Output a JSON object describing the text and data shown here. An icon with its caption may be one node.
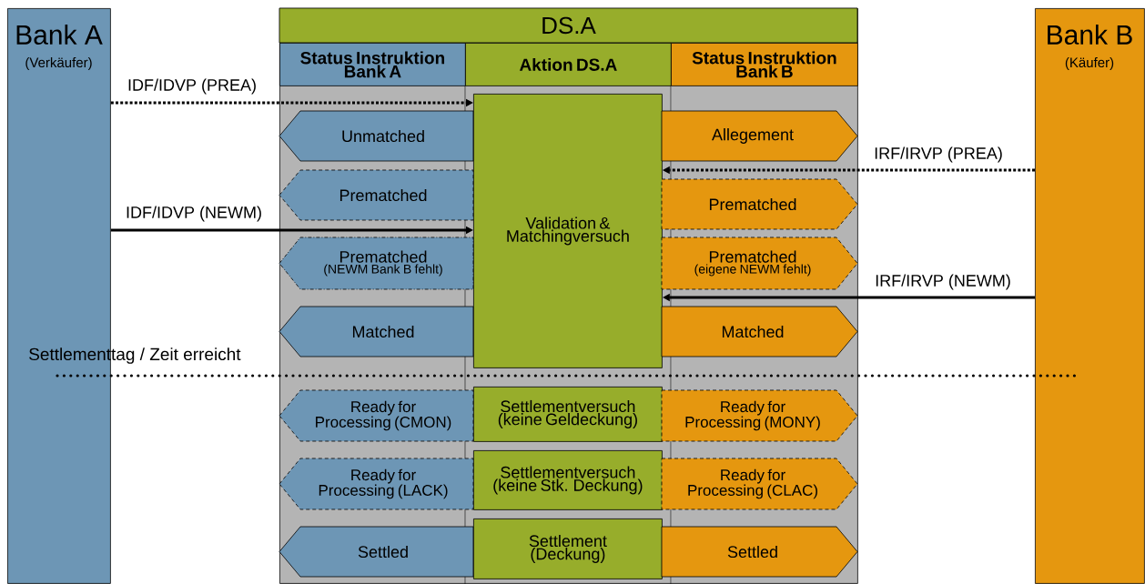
{
  "diagram": {
    "nodes": [
      {
        "text": [
          "Bank A",
          "(Verkäufer)"
        ]
      },
      {
        "text": [
          "DS.A"
        ]
      },
      {
        "text": [
          "Status Instruktion Bank A"
        ],
        "in": 1
      },
      {
        "text": [
          "Aktion DS.A"
        ],
        "in": 1
      },
      {
        "text": [
          "Status Instruktion Bank B"
        ],
        "in": 1
      },
      {
        "text": [
          "Unmatched"
        ],
        "in": 1
      },
      {
        "text": [
          "Prematched"
        ],
        "in": 1
      },
      {
        "text": [
          "Prematched",
          "(NEWM Bank B fehlt)"
        ],
        "in": 1
      },
      {
        "text": [
          "Matched"
        ],
        "in": 1
      },
      {
        "text": [
          "Ready for Processing (CMON)"
        ],
        "in": 1
      },
      {
        "text": [
          "Ready for Processing (LACK)"
        ],
        "in": 1
      },
      {
        "text": [
          "Settled"
        ],
        "in": 1
      },
      {
        "text": [
          "Validation & Matchingversuch"
        ],
        "in": 1
      },
      {
        "text": [
          "Settlementversuch (keine Geldeckung)"
        ],
        "in": 1
      },
      {
        "text": [
          "Settlementversuch (keine Stk. Deckung)"
        ],
        "in": 1
      },
      {
        "text": [
          "Settlement (Deckung)"
        ],
        "in": 1
      },
      {
        "text": [
          "Allegement"
        ],
        "in": 1
      },
      {
        "text": [
          "Prematched"
        ],
        "in": 1
      },
      {
        "text": [
          "Prematched",
          "(eigene NEWM fehlt)"
        ],
        "in": 1
      },
      {
        "text": [
          "Matched"
        ],
        "in": 1
      },
      {
        "text": [
          "Ready for Processing (MONY)"
        ],
        "in": 1
      },
      {
        "text": [
          "Ready for Processing (CLAC)"
        ],
        "in": 1
      },
      {
        "text": [
          "Settled"
        ],
        "in": 1
      },
      {
        "text": [
          "Bank B",
          "(Käufer)"
        ]
      }
    ],
    "edges": [
      {
        "from": 0,
        "to": 12,
        "arrow": "to",
        "label": "IDF/IDVP (PREA)",
        "style": "dashed"
      },
      {
        "from": 0,
        "to": 12,
        "arrow": "to",
        "label": "IDF/IDVP (NEWM)"
      },
      {
        "from": 23,
        "to": 12,
        "arrow": "to",
        "label": "IRF/IRVP (PREA)",
        "style": "dashed"
      },
      {
        "from": 23,
        "to": 12,
        "arrow": "to",
        "label": "IRF/IRVP (NEWM)"
      }
    ],
    "labels": [
      "Settlementtag / Zeit erreicht"
    ]
  }
}
